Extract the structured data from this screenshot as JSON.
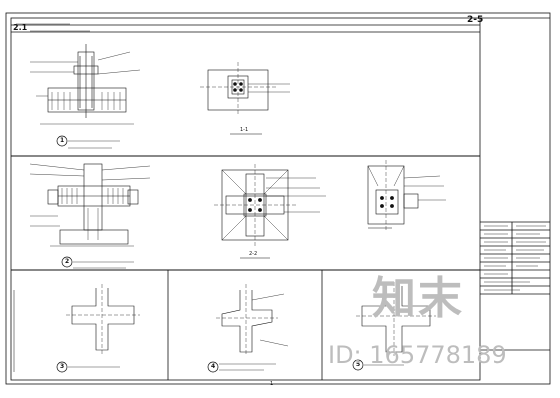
{
  "drawing": {
    "sheet_no": "2-5",
    "section_title": "2.1",
    "circled_numbers": [
      "1",
      "2",
      "3",
      "4",
      "5"
    ],
    "cut_labels": [
      "1-1",
      "2-2"
    ],
    "bottom_mark": "1"
  },
  "watermark": {
    "logo": "知末",
    "id": "ID: 165778189"
  }
}
